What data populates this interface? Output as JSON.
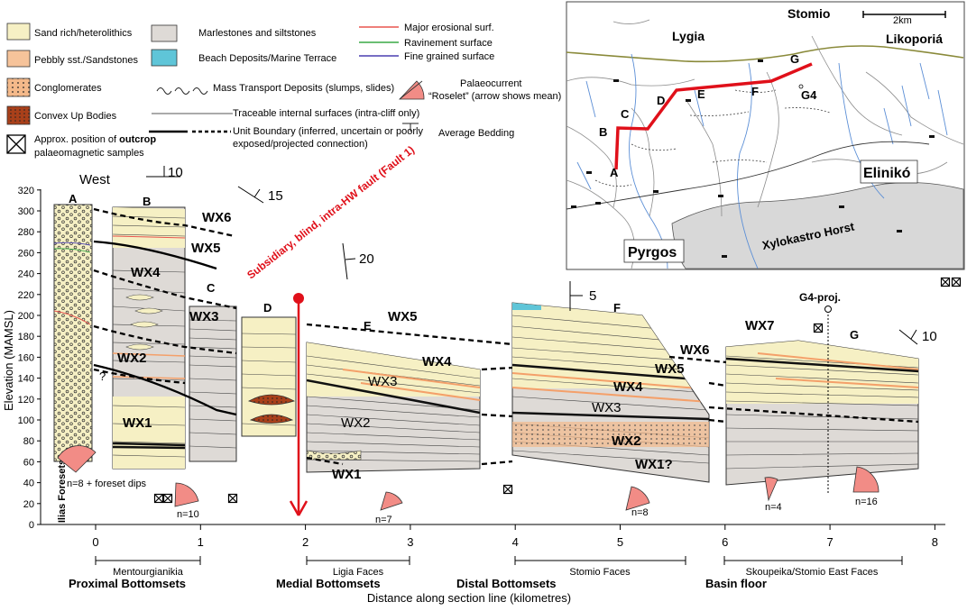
{
  "colors": {
    "sand": "#f6f0c4",
    "pebbly": "#f6c39a",
    "marl": "#dedad6",
    "beach": "#5fc5d8",
    "convex": "#a9401a",
    "fault": "#e0101a",
    "erosional": "#e8554e",
    "ravinement": "#39a845",
    "finegrained": "#4a3fb0",
    "rose": "#f28c86",
    "river": "#5c8fd6",
    "road": "#8a8a3a",
    "horst": "#d8d8d8"
  },
  "legend": {
    "sand": "Sand rich/heterolithics",
    "pebbly": "Pebbly sst./Sandstones",
    "conglomerates": "Conglomerates",
    "convex": "Convex Up Bodies",
    "outcrop_line1_pre": "Approx. position of ",
    "outcrop_line1_bold": "outcrop",
    "outcrop_line2": "palaeomagnetic samples",
    "marl": "Marlestones and siltstones",
    "beach": "Beach Deposits/Marine Terrace",
    "mtd": "Mass Transport Deposits (slumps, slides)",
    "traceable": "Traceable internal surfaces (intra-cliff only)",
    "unit_boundary_1": "Unit Boundary (inferred, uncertain or poorly",
    "unit_boundary_2": "exposed/projected connection)",
    "erosional": "Major erosional surf.",
    "ravinement": "Ravinement surface",
    "finegrained": "Fine grained surface",
    "palaeocurrent_1": "Palaeocurrent",
    "palaeocurrent_2": "“Roselet” (arrow shows mean)",
    "bedding": "Average Bedding"
  },
  "map": {
    "scale": "2km",
    "places": {
      "stomio": "Stomio",
      "lygia": "Lygia",
      "likoporia": "Likoporiá",
      "eliniko": "Elinikó",
      "pyrgos": "Pyrgos",
      "xylokastro": "Xylokastro Horst"
    },
    "points": [
      "A",
      "B",
      "C",
      "D",
      "E",
      "F",
      "G",
      "G4"
    ]
  },
  "section": {
    "west": "West",
    "yaxis_label": "Elevation (MAMSL)",
    "xaxis_label": "Distance along section line (kilometres)",
    "yticks": [
      "0",
      "20",
      "40",
      "60",
      "80",
      "100",
      "120",
      "140",
      "160",
      "180",
      "200",
      "220",
      "240",
      "260",
      "280",
      "300",
      "320"
    ],
    "xticks": [
      "0",
      "1",
      "2",
      "3",
      "4",
      "5",
      "6",
      "7",
      "8"
    ],
    "fault_label": "Subsidiary, blind, intra-HW fault (Fault 1)",
    "g4_label": "G4-proj.",
    "q_mark": "?",
    "ilias": "Ilias Foresets",
    "logs": [
      "A",
      "B",
      "C",
      "D",
      "E",
      "F",
      "G"
    ],
    "units": {
      "wx6_b": "WX6",
      "wx5_b": "WX5",
      "wx4_b": "WX4",
      "wx3_c": "WX3",
      "wx2_b": "WX2",
      "wx1_b": "WX1",
      "wx5_e": "WX5",
      "wx4_e": "WX4",
      "wx3_e": "WX3",
      "wx2_e": "WX2",
      "wx1_e": "WX1",
      "wx6_f": "WX6",
      "wx5_f": "WX5",
      "wx4_f": "WX4",
      "wx3_f": "WX3",
      "wx2_f": "WX2",
      "wx1_f": "WX1?",
      "wx7_g": "WX7"
    },
    "dips": [
      "10",
      "15",
      "20",
      "5",
      "10"
    ],
    "roses": {
      "a": "n=8 + foreset dips",
      "b": "n=10",
      "e": "n=7",
      "f": "n=8",
      "g1": "n=4",
      "g2": "n=16"
    },
    "regions": {
      "mentourgianikia": "Mentourgianikia",
      "ligia": "Ligia Faces",
      "stomio": "Stomio Faces",
      "skoupeika": "Skoupeika/Stomio East Faces"
    },
    "zones": {
      "proximal": "Proximal Bottomsets",
      "medial": "Medial Bottomsets",
      "distal": "Distal Bottomsets",
      "basin": "Basin floor"
    }
  }
}
